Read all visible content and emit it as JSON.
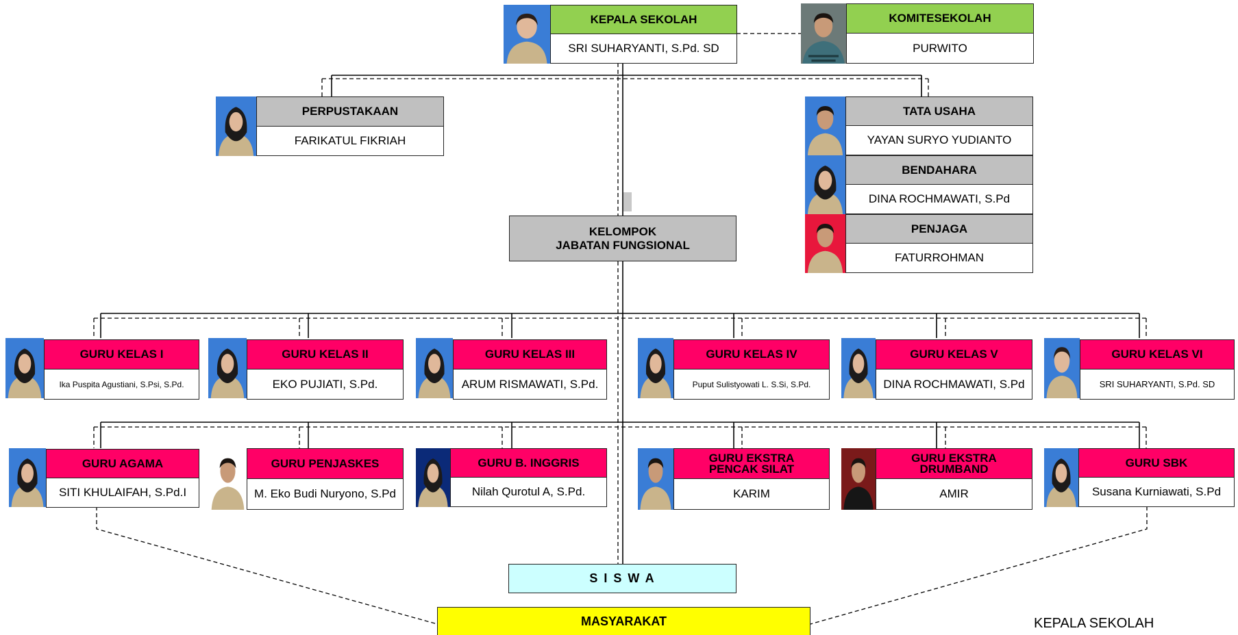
{
  "head": {
    "title": "KEPALA SEKOLAH",
    "name": "SRI SUHARYANTI, S.Pd. SD"
  },
  "committee": {
    "title": "KOMITESEKOLAH",
    "name": "PURWITO"
  },
  "library": {
    "title": "PERPUSTAKAAN",
    "name": "FARIKATUL FIKRIAH"
  },
  "admin": [
    {
      "title": "TATA USAHA",
      "name": "YAYAN SURYO YUDIANTO"
    },
    {
      "title": "BENDAHARA",
      "name": "DINA ROCHMAWATI, S.Pd"
    },
    {
      "title": "PENJAGA",
      "name": "FATURROHMAN"
    }
  ],
  "functional_group": {
    "line1": "KELOMPOK",
    "line2": "JABATAN FUNGSIONAL"
  },
  "class_teachers": [
    {
      "title": "GURU KELAS I",
      "name": "Ika Puspita Agustiani, S.Psi, S.Pd."
    },
    {
      "title": "GURU KELAS II",
      "name": "EKO PUJIATI, S.Pd."
    },
    {
      "title": "GURU KELAS III",
      "name": "ARUM RISMAWATI, S.Pd."
    },
    {
      "title": "GURU KELAS IV",
      "name": "Puput Sulistyowati L. S.Si, S.Pd."
    },
    {
      "title": "GURU KELAS V",
      "name": "DINA ROCHMAWATI, S.Pd"
    },
    {
      "title": "GURU KELAS VI",
      "name": "SRI SUHARYANTI, S.Pd. SD"
    }
  ],
  "subject_teachers": [
    {
      "title": "GURU AGAMA",
      "name": "SITI KHULAIFAH, S.Pd.I"
    },
    {
      "title": "GURU PENJASKES",
      "name": "M. Eko Budi Nuryono, S.Pd"
    },
    {
      "title": "GURU B. INGGRIS",
      "name": "Nilah Qurotul A, S.Pd."
    },
    {
      "title": "GURU EKSTRA PENCAK SILAT",
      "name": "KARIM"
    },
    {
      "title": "GURU EKSTRA DRUMBAND",
      "name": "AMIR"
    },
    {
      "title": "GURU SBK",
      "name": "Susana Kurniawati, S.Pd"
    }
  ],
  "students": "S I S W A",
  "community": "MASYARAKAT",
  "footer": "KEPALA SEKOLAH",
  "colors": {
    "head_title": "#92d050",
    "staff_title": "#c0c0c0",
    "teacher_title": "#ff0066",
    "students_box": "#ccffff",
    "community_box": "#ffff00"
  }
}
